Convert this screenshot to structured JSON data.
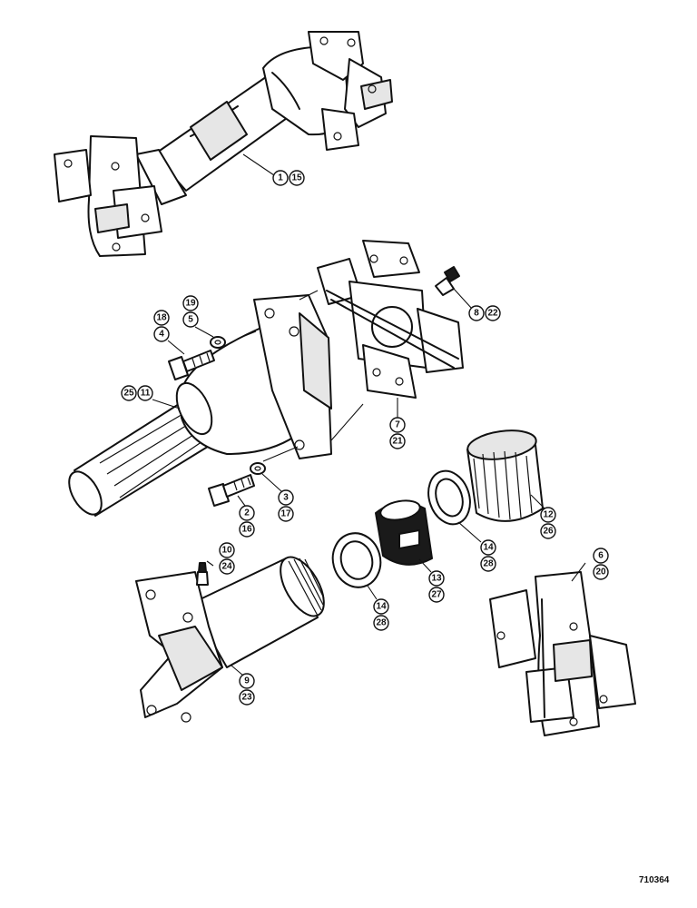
{
  "figure_number": "710364",
  "callouts": [
    {
      "id": "drive-shaft-assembly",
      "a": "1",
      "b": "15"
    },
    {
      "id": "lock-washer-upper",
      "a": "19",
      "b": "5"
    },
    {
      "id": "bolt-upper",
      "a": "18",
      "b": "4"
    },
    {
      "id": "grease-fitting-upper",
      "a": "8",
      "b": "22"
    },
    {
      "id": "splined-yoke-shaft",
      "a": "25",
      "b": "11"
    },
    {
      "id": "journal-cross-upper",
      "a": "7",
      "b": "21"
    },
    {
      "id": "bolt-lower",
      "a": "2",
      "b": "16"
    },
    {
      "id": "lock-washer-lower",
      "a": "3",
      "b": "17"
    },
    {
      "id": "dust-cap",
      "a": "12",
      "b": "26"
    },
    {
      "id": "washer-right",
      "a": "14",
      "b": "28"
    },
    {
      "id": "seal",
      "a": "13",
      "b": "27"
    },
    {
      "id": "washer-left",
      "a": "14",
      "b": "28"
    },
    {
      "id": "grease-fitting-lower",
      "a": "10",
      "b": "24"
    },
    {
      "id": "journal-cross-lower",
      "a": "6",
      "b": "20"
    },
    {
      "id": "slip-yoke",
      "a": "9",
      "b": "23"
    }
  ]
}
